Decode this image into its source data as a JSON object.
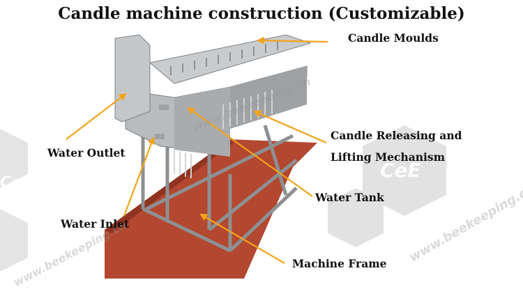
{
  "title": "Candle machine construction (Customizable)",
  "labels": {
    "candle_moulds": "Candle Moulds",
    "releasing_line1": "Candle Releasing and",
    "releasing_line2": "Lifting Mechanism",
    "water_outlet": "Water Outlet",
    "water_tank": "Water Tank",
    "water_inlet": "Water Inlet",
    "machine_frame": "Machine Frame"
  },
  "watermark": {
    "text": "www.beekeeping.cn",
    "logo": "CeE"
  },
  "colors": {
    "arrow": "#f2a31b",
    "floor": "#b3472f",
    "metal": "#b9bcbf",
    "metal_dark": "#8d9093",
    "watermark": "#9a9a9a"
  }
}
